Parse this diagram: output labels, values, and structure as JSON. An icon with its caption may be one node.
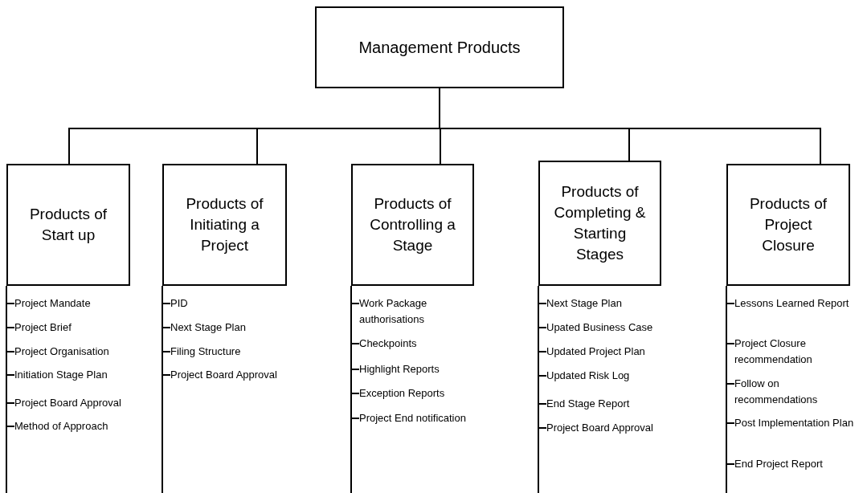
{
  "diagram": {
    "nodes": [
      {
        "text": [
          "Management Products"
        ]
      },
      {
        "text": [
          "Products of Start up"
        ]
      },
      {
        "text": [
          "Project Mandate"
        ]
      },
      {
        "text": [
          "Project Brief"
        ]
      },
      {
        "text": [
          "Project Organisation"
        ]
      },
      {
        "text": [
          "Initiation Stage Plan"
        ]
      },
      {
        "text": [
          "Project Board Approval"
        ]
      },
      {
        "text": [
          "Method of Approach"
        ]
      },
      {
        "text": [
          "Products of Initiating a Project"
        ]
      },
      {
        "text": [
          "PID"
        ]
      },
      {
        "text": [
          "Next Stage Plan"
        ]
      },
      {
        "text": [
          "Filing Structure"
        ]
      },
      {
        "text": [
          "Project Board Approval"
        ]
      },
      {
        "text": [
          "Products of Controlling a Stage"
        ]
      },
      {
        "text": [
          "Work Package authorisations"
        ]
      },
      {
        "text": [
          "Checkpoints"
        ]
      },
      {
        "text": [
          "Highlight Reports"
        ]
      },
      {
        "text": [
          "Exception Reports"
        ]
      },
      {
        "text": [
          "Project End notification"
        ]
      },
      {
        "text": [
          "Products of Completing & Starting Stages"
        ]
      },
      {
        "text": [
          "Next Stage Plan"
        ]
      },
      {
        "text": [
          "Upated Business Case"
        ]
      },
      {
        "text": [
          "Updated Project Plan"
        ]
      },
      {
        "text": [
          "Updated Risk Log"
        ]
      },
      {
        "text": [
          "End Stage Report"
        ]
      },
      {
        "text": [
          "Project Board Approval"
        ]
      },
      {
        "text": [
          "Products of Project Closure"
        ]
      },
      {
        "text": [
          "Lessons Learned Report"
        ]
      },
      {
        "text": [
          "Project Closure recommendation"
        ]
      },
      {
        "text": [
          "Follow on recommendations"
        ]
      },
      {
        "text": [
          "Post Implementation Plan"
        ]
      },
      {
        "text": [
          "End Project Report"
        ]
      }
    ],
    "edges": [
      {
        "from": 0,
        "to": 1,
        "arrow": "none"
      },
      {
        "from": 0,
        "to": 8,
        "arrow": "none"
      },
      {
        "from": 0,
        "to": 13,
        "arrow": "none"
      },
      {
        "from": 0,
        "to": 19,
        "arrow": "none"
      },
      {
        "from": 0,
        "to": 26,
        "arrow": "none"
      },
      {
        "from": 1,
        "to": 2,
        "arrow": "none"
      },
      {
        "from": 1,
        "to": 3,
        "arrow": "none"
      },
      {
        "from": 1,
        "to": 4,
        "arrow": "none"
      },
      {
        "from": 1,
        "to": 5,
        "arrow": "none"
      },
      {
        "from": 1,
        "to": 6,
        "arrow": "none"
      },
      {
        "from": 1,
        "to": 7,
        "arrow": "none"
      },
      {
        "from": 8,
        "to": 9,
        "arrow": "none"
      },
      {
        "from": 8,
        "to": 10,
        "arrow": "none"
      },
      {
        "from": 8,
        "to": 11,
        "arrow": "none"
      },
      {
        "from": 8,
        "to": 12,
        "arrow": "none"
      },
      {
        "from": 13,
        "to": 14,
        "arrow": "none"
      },
      {
        "from": 13,
        "to": 15,
        "arrow": "none"
      },
      {
        "from": 13,
        "to": 16,
        "arrow": "none"
      },
      {
        "from": 13,
        "to": 17,
        "arrow": "none"
      },
      {
        "from": 13,
        "to": 18,
        "arrow": "none"
      },
      {
        "from": 19,
        "to": 20,
        "arrow": "none"
      },
      {
        "from": 19,
        "to": 21,
        "arrow": "none"
      },
      {
        "from": 19,
        "to": 22,
        "arrow": "none"
      },
      {
        "from": 19,
        "to": 23,
        "arrow": "none"
      },
      {
        "from": 19,
        "to": 24,
        "arrow": "none"
      },
      {
        "from": 19,
        "to": 25,
        "arrow": "none"
      },
      {
        "from": 26,
        "to": 27,
        "arrow": "none"
      },
      {
        "from": 26,
        "to": 28,
        "arrow": "none"
      },
      {
        "from": 26,
        "to": 29,
        "arrow": "none"
      },
      {
        "from": 26,
        "to": 30,
        "arrow": "none"
      },
      {
        "from": 26,
        "to": 31,
        "arrow": "none"
      }
    ]
  }
}
